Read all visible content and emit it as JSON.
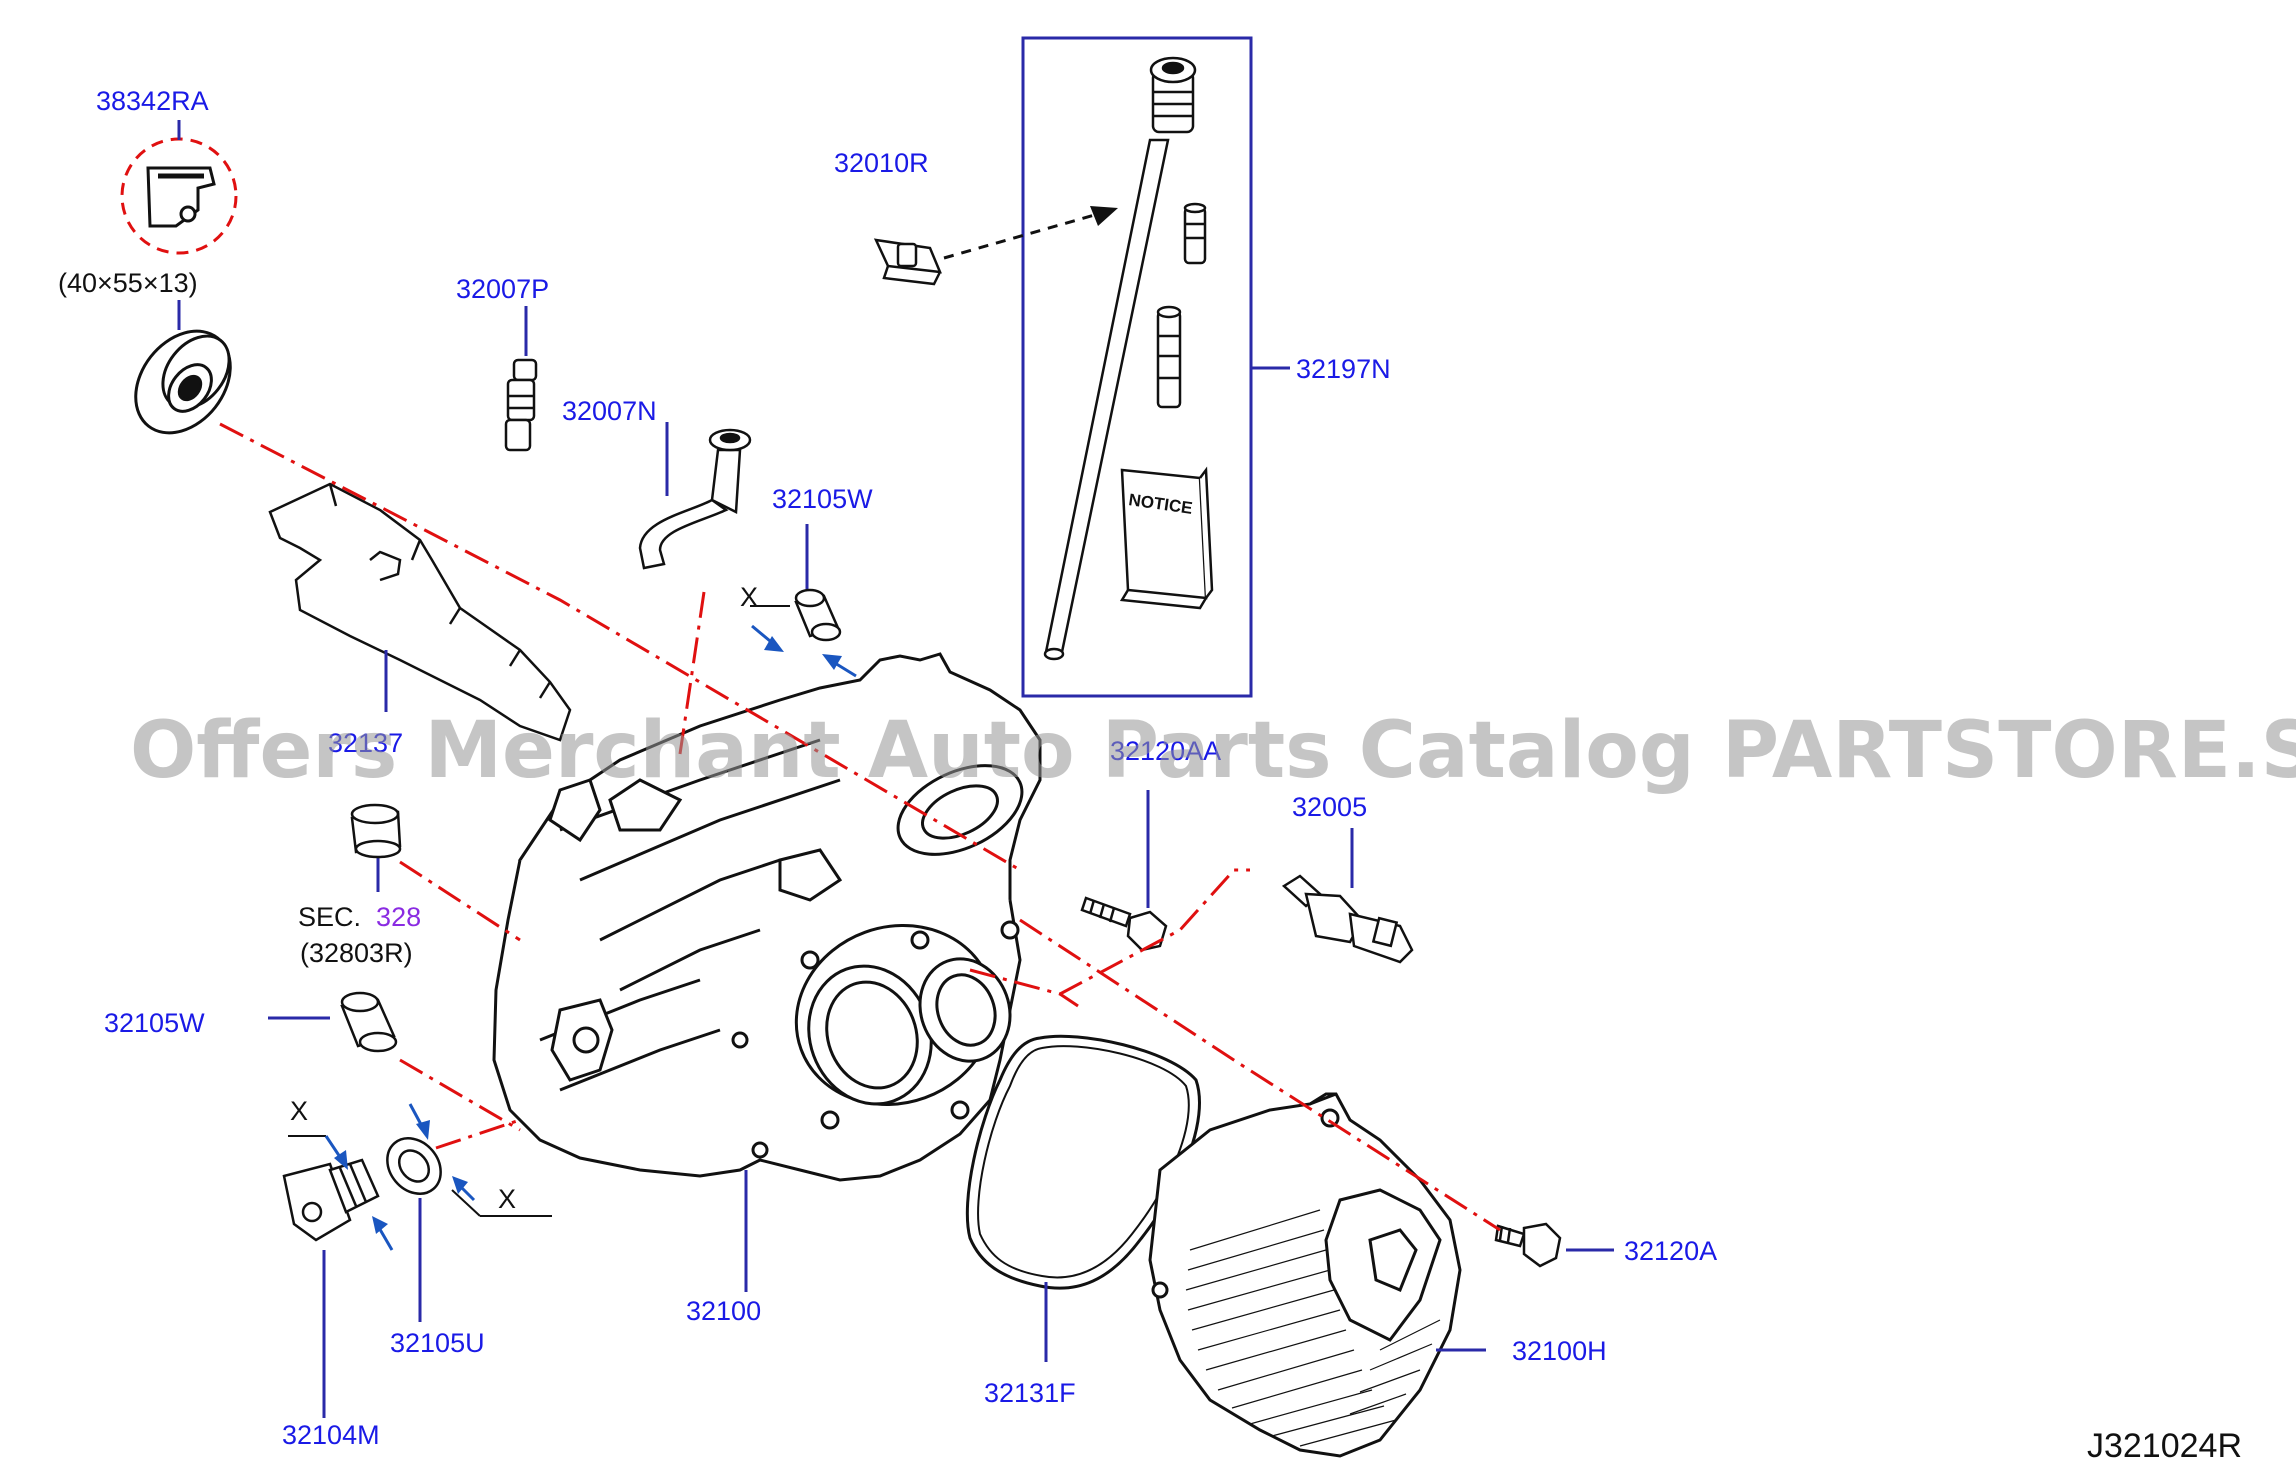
{
  "diagram": {
    "code": "J321024R",
    "watermark": "Offers Merchant Auto Parts Catalog PARTSTORE.SA",
    "colors": {
      "part_label": "#1a1ae6",
      "section_link": "#8a2be2",
      "leader_dash": "#e01010",
      "drawing": "#111111",
      "watermark": "#969696"
    }
  },
  "callouts": {
    "p38342RA": "38342RA",
    "seal_size": "(40×55×13)",
    "p32007P": "32007P",
    "p32007N": "32007N",
    "p32010R": "32010R",
    "p32197N": "32197N",
    "p32105W_top": "32105W",
    "p32137": "32137",
    "p32120AA": "32120AA",
    "p32005": "32005",
    "sec_prefix": "SEC.",
    "sec_number": "328",
    "sec_part": "(32803R)",
    "p32105W_left": "32105W",
    "x_top": "X",
    "x_left": "X",
    "x_right": "X",
    "p32104M": "32104M",
    "p32105U": "32105U",
    "p32100": "32100",
    "p32131F": "32131F",
    "p32120A": "32120A",
    "p32100H": "32100H",
    "notice_text": "NOTICE"
  }
}
